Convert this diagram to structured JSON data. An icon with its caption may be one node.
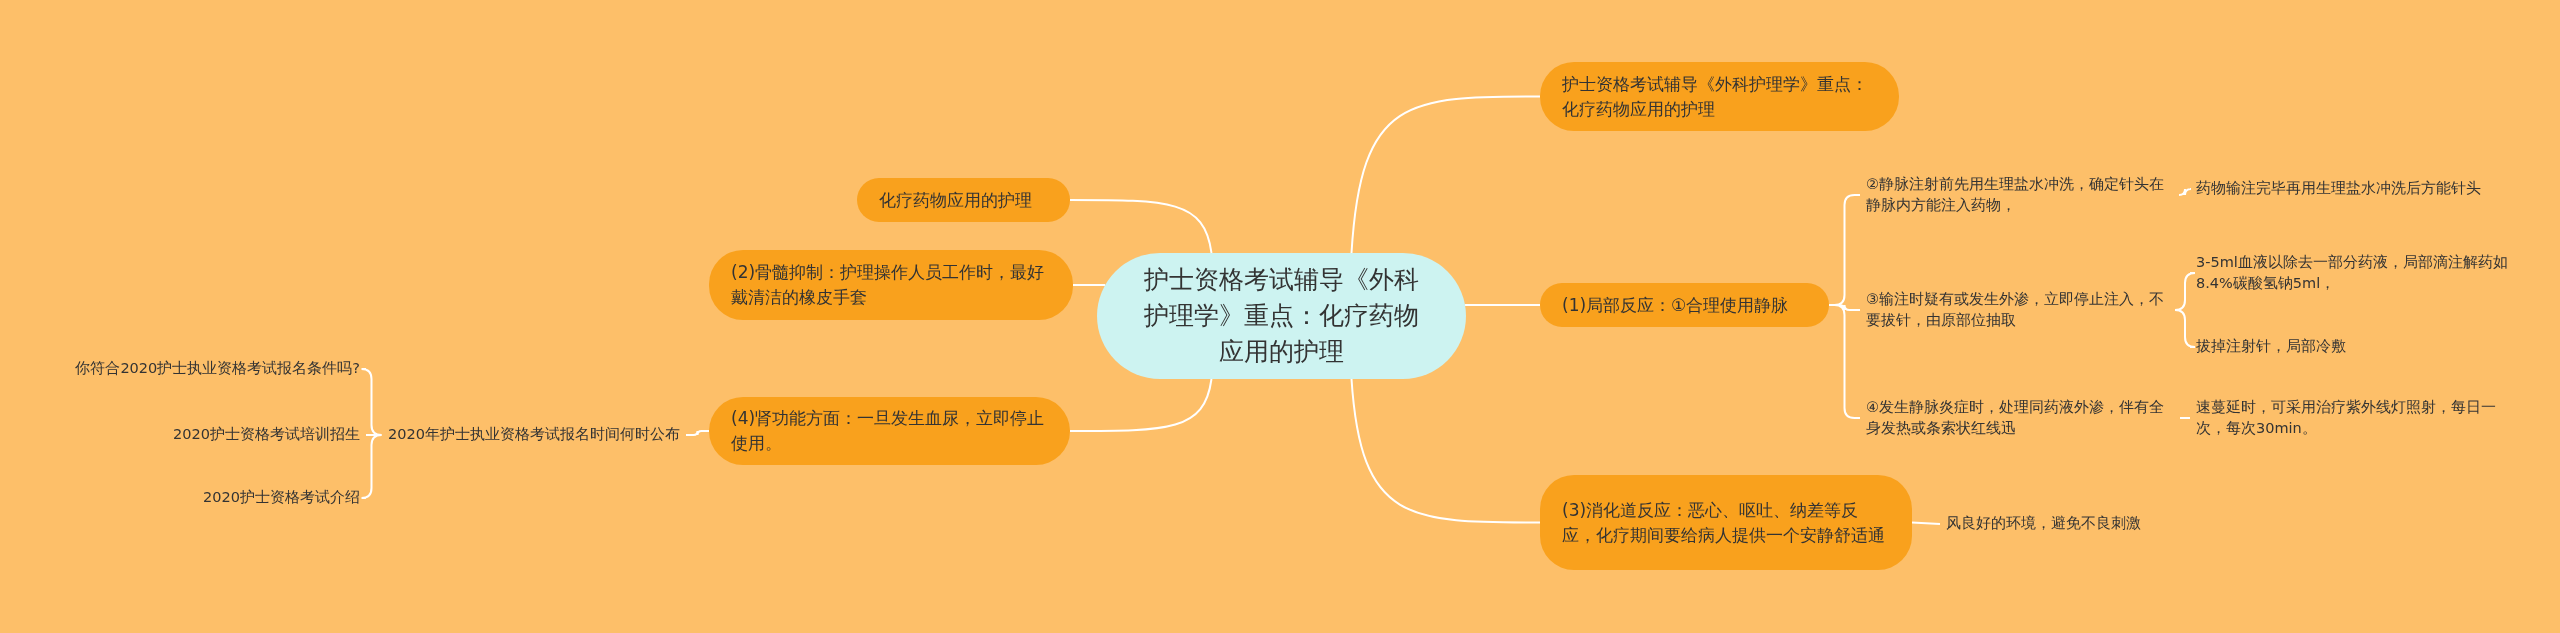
{
  "diagram": {
    "nodes": [
      {
        "text": [
          "护士资格考试辅导《外科护理学》重点：化疗药物应用的护理"
        ]
      },
      {
        "text": [
          "护士资格考试辅导《外科护理学》重点：化疗药物应用的护理"
        ]
      },
      {
        "text": [
          "化疗药物应用的护理"
        ]
      },
      {
        "text": [
          "(2)骨髓抑制：护理操作人员工作时，最好戴清洁的橡皮手套"
        ]
      },
      {
        "text": [
          "(1)局部反应：①合理使用静脉"
        ]
      },
      {
        "text": [
          "②静脉注射前先用生理盐水冲洗，确定针头在静脉内方能注入药物，"
        ]
      },
      {
        "text": [
          "药物输注完毕再用生理盐水冲洗后方能针头"
        ]
      },
      {
        "text": [
          "③输注时疑有或发生外渗，立即停止注入，不要拔针，由原部位抽取"
        ]
      },
      {
        "text": [
          "3-5ml血液以除去一部分药液，局部滴注解药如8.4%碳酸氢钠5ml，"
        ]
      },
      {
        "text": [
          "拔掉注射针，局部冷敷"
        ]
      },
      {
        "text": [
          "④发生静脉炎症时，处理同药液外渗，伴有全身发热或条索状红线迅"
        ]
      },
      {
        "text": [
          "速蔓延时，可采用治疗紫外线灯照射，每日一次，每次30min。"
        ]
      },
      {
        "text": [
          "(4)肾功能方面：一旦发生血尿，立即停止使用。"
        ]
      },
      {
        "text": [
          "2020年护士执业资格考试报名时间何时公布"
        ]
      },
      {
        "text": [
          "你符合2020护士执业资格考试报名条件吗?"
        ]
      },
      {
        "text": [
          "2020护士资格考试培训招生"
        ]
      },
      {
        "text": [
          "2020护士资格考试介绍"
        ]
      },
      {
        "text": [
          "(3)消化道反应：恶心、呕吐、纳差等反应，化疗期间要给病人提供一个安静舒适通"
        ]
      },
      {
        "text": [
          "风良好的环境，避免不良刺激"
        ]
      }
    ],
    "edges": [
      {
        "from": 0,
        "to": 1,
        "arrow": "none"
      },
      {
        "from": 0,
        "to": 2,
        "arrow": "none"
      },
      {
        "from": 0,
        "to": 3,
        "arrow": "none"
      },
      {
        "from": 0,
        "to": 4,
        "arrow": "none"
      },
      {
        "from": 4,
        "to": 5,
        "arrow": "none"
      },
      {
        "from": 5,
        "to": 6,
        "arrow": "none"
      },
      {
        "from": 4,
        "to": 7,
        "arrow": "none"
      },
      {
        "from": 7,
        "to": 8,
        "arrow": "none"
      },
      {
        "from": 7,
        "to": 9,
        "arrow": "none"
      },
      {
        "from": 4,
        "to": 10,
        "arrow": "none"
      },
      {
        "from": 10,
        "to": 11,
        "arrow": "none"
      },
      {
        "from": 0,
        "to": 12,
        "arrow": "none"
      },
      {
        "from": 12,
        "to": 13,
        "arrow": "none"
      },
      {
        "from": 13,
        "to": 14,
        "arrow": "none"
      },
      {
        "from": 13,
        "to": 15,
        "arrow": "none"
      },
      {
        "from": 13,
        "to": 16,
        "arrow": "none"
      },
      {
        "from": 0,
        "to": 17,
        "arrow": "none"
      },
      {
        "from": 17,
        "to": 18,
        "arrow": "none"
      }
    ]
  }
}
